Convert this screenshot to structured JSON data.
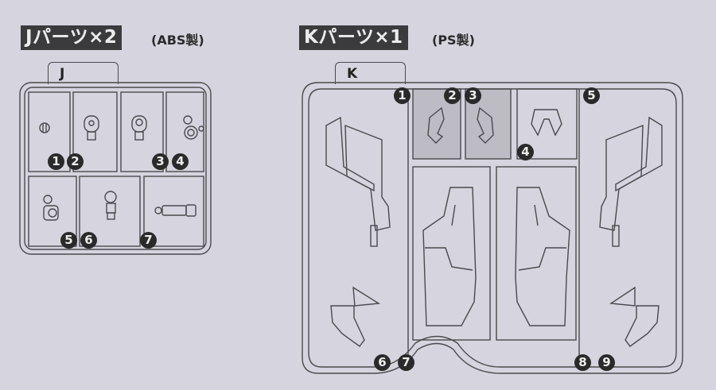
{
  "sections": [
    {
      "id": "J",
      "title": "Jパーツ×2",
      "material_note": "(ABS製)",
      "runner_label": "J",
      "parts": [
        "1",
        "2",
        "3",
        "4",
        "5",
        "6",
        "7"
      ]
    },
    {
      "id": "K",
      "title": "Kパーツ×1",
      "material_note": "(PS製)",
      "runner_label": "K",
      "parts": [
        "1",
        "2",
        "3",
        "4",
        "5",
        "6",
        "7",
        "8",
        "9"
      ]
    }
  ],
  "colors": {
    "background": "#d6d4df",
    "badge": "#3b3b3d",
    "line": "#4a4a4c",
    "shaded_cell": "#bdbbc4",
    "number_badge": "#2a2a2a"
  }
}
